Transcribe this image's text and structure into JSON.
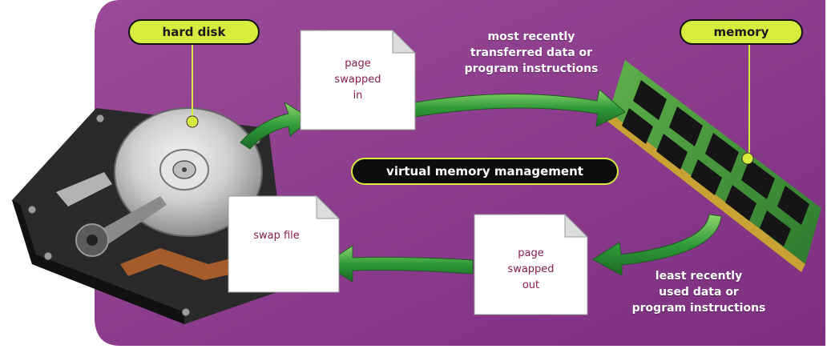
{
  "labels": {
    "hard_disk": "hard disk",
    "memory": "memory",
    "center": "virtual memory management"
  },
  "captions": {
    "top": [
      "most recently",
      "transferred data or",
      "program instructions"
    ],
    "bottom": [
      "least recently",
      "used data or",
      "program instructions"
    ]
  },
  "documents": {
    "swapped_in": [
      "page",
      "swapped",
      "in"
    ],
    "swapped_out": [
      "page",
      "swapped",
      "out"
    ],
    "swap_file": [
      "swap file"
    ]
  },
  "colors": {
    "background": "#8e3e8e",
    "pill": "#d8ec3e",
    "arrow": "#2f9a3a",
    "doc_text": "#8b1d4a"
  }
}
